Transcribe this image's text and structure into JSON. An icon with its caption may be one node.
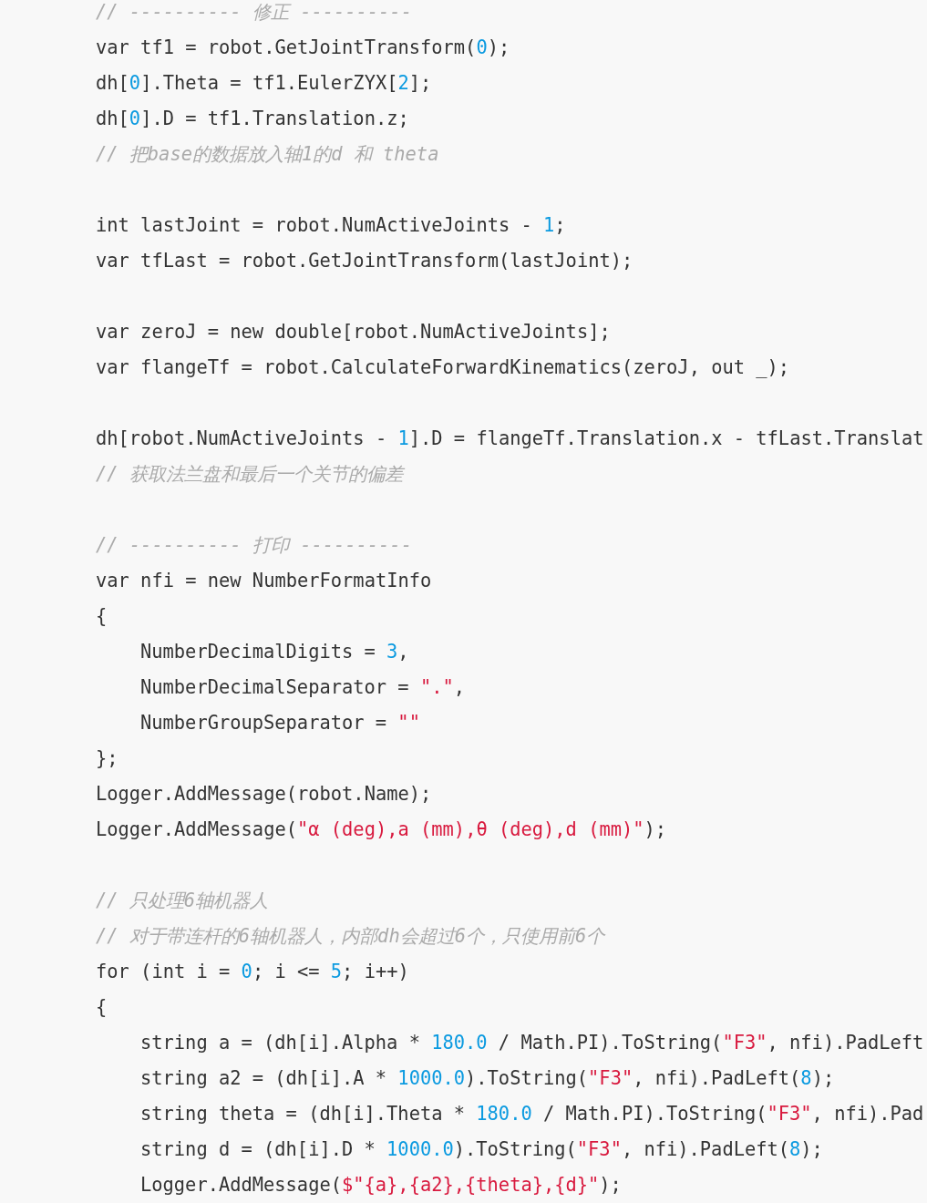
{
  "diagram": {
    "labels": [
      "// ---------- 修正 ----------",
      "var tf1 = robot.GetJointTransform(0);",
      "dh[0].Theta = tf1.EulerZYX[2];",
      "dh[0].D = tf1.Translation.z;",
      "// 把base的数据放入轴1的d 和 theta",
      "int lastJoint = robot.NumActiveJoints - 1;",
      "var tfLast = robot.GetJointTransform(lastJoint);",
      "var zeroJ = new double[robot.NumActiveJoints];",
      "var flangeTf = robot.CalculateForwardKinematics(zeroJ, out _);",
      "dh[robot.NumActiveJoints - 1].D = flangeTf.Translation.x - tfLast.Translat",
      "// 获取法兰盘和最后一个关节的偏差",
      "// ---------- 打印 ----------",
      "var nfi = new NumberFormatInfo",
      "{",
      "NumberDecimalDigits = 3,",
      "NumberDecimalSeparator = \".\",",
      "NumberGroupSeparator = \"\"",
      "};",
      "Logger.AddMessage(robot.Name);",
      "Logger.AddMessage(\"α (deg),a (mm),θ (deg),d (mm)\");",
      "// 只处理6轴机器人",
      "// 对于带连杆的6轴机器人，内部dh会超过6个，只使用前6个",
      "for (int i = 0; i <= 5; i++)",
      "{",
      "string a = (dh[i].Alpha * 180.0 / Math.PI).ToString(\"F3\", nfi).PadLeft",
      "string a2 = (dh[i].A * 1000.0).ToString(\"F3\", nfi).PadLeft(8);",
      "string theta = (dh[i].Theta * 180.0 / Math.PI).ToString(\"F3\", nfi).Pad",
      "string d = (dh[i].D * 1000.0).ToString(\"F3\", nfi).PadLeft(8);",
      "Logger.AddMessage($\"{a},{a2},{theta},{d}\");"
    ]
  }
}
